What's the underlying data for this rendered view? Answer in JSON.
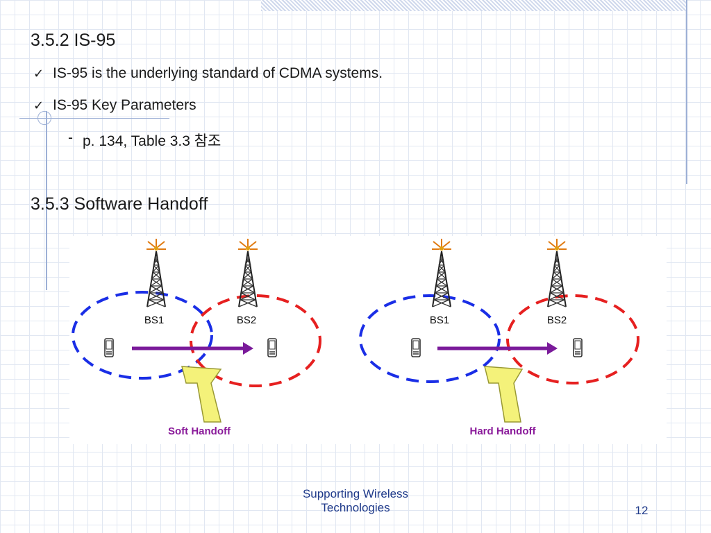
{
  "slide": {
    "heading1": "3.5.2 IS-95",
    "bullet1": "IS-95 is the underlying standard of CDMA systems.",
    "bullet2": "IS-95 Key Parameters",
    "subbullet_dash": "-",
    "subbullet": "p. 134, Table 3.3 참조",
    "heading2": "3.5.3 Software Handoff",
    "check_glyph": "✓"
  },
  "diagram": {
    "soft": {
      "bs1": "BS1",
      "bs2": "BS2",
      "caption": "Soft Handoff"
    },
    "hard": {
      "bs1": "BS1",
      "bs2": "BS2",
      "caption": "Hard Handoff"
    }
  },
  "footer": {
    "line1": "Supporting Wireless",
    "line2": "Technologies",
    "page_number": "12"
  },
  "colors": {
    "bs1_circle": "#1a2ee6",
    "bs2_circle": "#e62020",
    "arrow": "#7a1a9a",
    "handoff_arrow": "#f4f27a",
    "caption": "#8a1a9a",
    "footer_text": "#1f3a8a"
  }
}
